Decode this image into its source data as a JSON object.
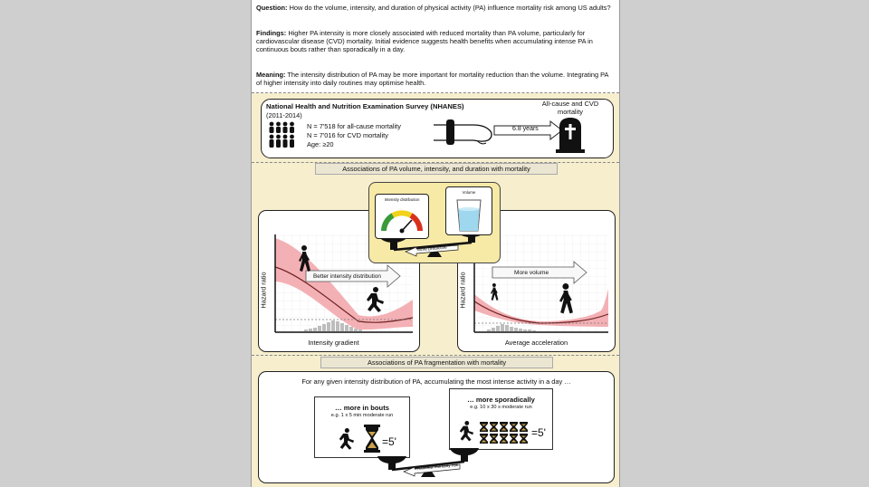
{
  "summary": {
    "question_label": "Question:",
    "question_text": "How do the volume, intensity, and duration of physical activity (PA) influence mortality risk among US adults?",
    "findings_label": "Findings:",
    "findings_text": "Higher PA intensity is more closely associated with reduced mortality than PA volume, particularly for cardiovascular disease (CVD) mortality. Initial evidence suggests health benefits when accumulating intense PA in continuous bouts rather than sporadically in a day.",
    "meaning_label": "Meaning:",
    "meaning_text": "The intensity distribution of PA may be more important for mortality reduction than the volume. Integrating PA of higher intensity into daily routines may optimise health."
  },
  "nhanes": {
    "title": "National Health and Nutrition Examination Survey (NHANES)",
    "years": "(2011-2014)",
    "n_all": "N = 7'518 for all-cause mortality",
    "n_cvd": "N = 7'016 for CVD mortality",
    "age": "Age: ≥20",
    "followup": "6.8 years",
    "outcome_line1": "All-cause and CVD",
    "outcome_line2": "mortality"
  },
  "section1": {
    "label": "Associations of PA volume, intensity, and duration with mortality",
    "scale_left": "Intensity distribution",
    "scale_right": "Volume",
    "scale_arrow": "More predictive",
    "left_arrow": "Better intensity distribution",
    "left_xlabel": "Intensity gradient",
    "left_ylabel": "Hazard ratio",
    "right_arrow": "More volume",
    "right_xlabel": "Average acceleration",
    "right_ylabel": "Hazard ratio"
  },
  "section2": {
    "label": "Associations of PA fragmentation with mortality",
    "intro": "For any given intensity distribution of PA, accumulating the most intense activity in a day …",
    "bouts_title": "… more in bouts",
    "bouts_example": "e.g. 1 x 5 min moderate run",
    "bouts_eq": "=5'",
    "spor_title": "… more sporadically",
    "spor_example": "e.g. 10 x 30 s moderate run",
    "spor_eq": "=5'",
    "arrow": "Reduced mortality risk"
  },
  "colors": {
    "background": "#cfcfcf",
    "poster": "#f6eecd",
    "ci_band": "#f2a3a8",
    "curve": "#8c2a2a",
    "gauge_green": "#3a9a3a",
    "gauge_yellow": "#f2d21b",
    "gauge_red": "#d9301e",
    "water": "#9fd8ee"
  },
  "icons": [
    "people-group-icon",
    "wristwatch-icon",
    "gravestone-icon",
    "walker-icon",
    "runner-icon",
    "hourglass-icon",
    "balance-scale-icon"
  ]
}
